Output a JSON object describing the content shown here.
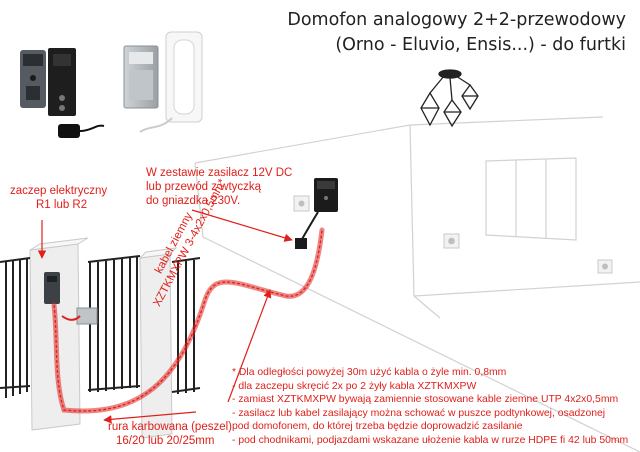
{
  "title": {
    "line1": "Domofon analogowy 2+2-przewodowy",
    "line2": "(Orno - Eluvio, Ensis...) - do furtki"
  },
  "labels": {
    "power_supply": [
      "W zestawie zasilacz 12V DC",
      "lub przewód z wtyczką",
      "do gniazdka 230V."
    ],
    "electric_strike": [
      "zaczep elektryczny",
      "R1 lub R2"
    ],
    "conduit": [
      "rura karbowana (peszel)",
      "16/20 lub 20/25mm"
    ],
    "cable": [
      "kabel ziemny",
      "XZTKMXPW 3-4x2x0,5mm*"
    ]
  },
  "notes": [
    "* Dla odległości powyżej 30m użyć kabla o żyle min. 0,8mm",
    "- dla zaczepu skręcić 2x po 2 żyły kabla XZTKMXPW",
    "- zamiast XZTKMXPW bywają zamiennie stosowane kable ziemne UTP 4x2x0,5mm",
    "- zasilacz lub kabel zasilający można schować w puszce podtynkowej, osadzonej",
    "   pod domofonem, do której trzeba będzie doprowadzić zasilanie",
    "- pod chodnikami, podjazdami wskazane ułożenie kabla w rurze HDPE fi 42 lub 50mm"
  ],
  "colors": {
    "accent": "#e0201b",
    "line": "#d7d7d7",
    "text": "#222222"
  }
}
